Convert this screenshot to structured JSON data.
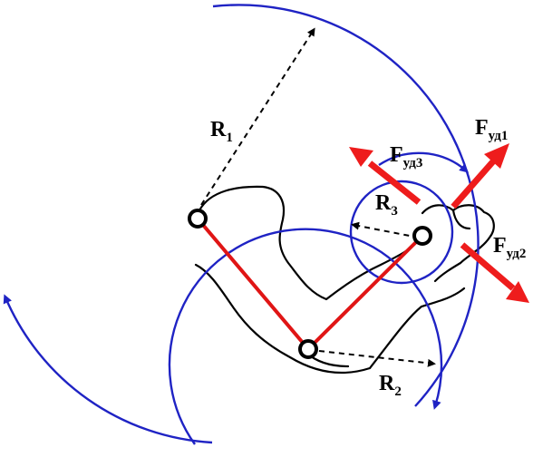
{
  "labels": {
    "r1": {
      "main": "R",
      "sub": "1"
    },
    "r2": {
      "main": "R",
      "sub": "2"
    },
    "r3": {
      "main": "R",
      "sub": "3"
    },
    "f1": {
      "main": "F",
      "sub": "уд1"
    },
    "f2": {
      "main": "F",
      "sub": "уд2"
    },
    "f3": {
      "main": "F",
      "sub": "уд3"
    }
  },
  "colors": {
    "orbit": "#1f23c4",
    "link": "#e01515",
    "force": "#ee1c1c",
    "outline": "#000000"
  }
}
